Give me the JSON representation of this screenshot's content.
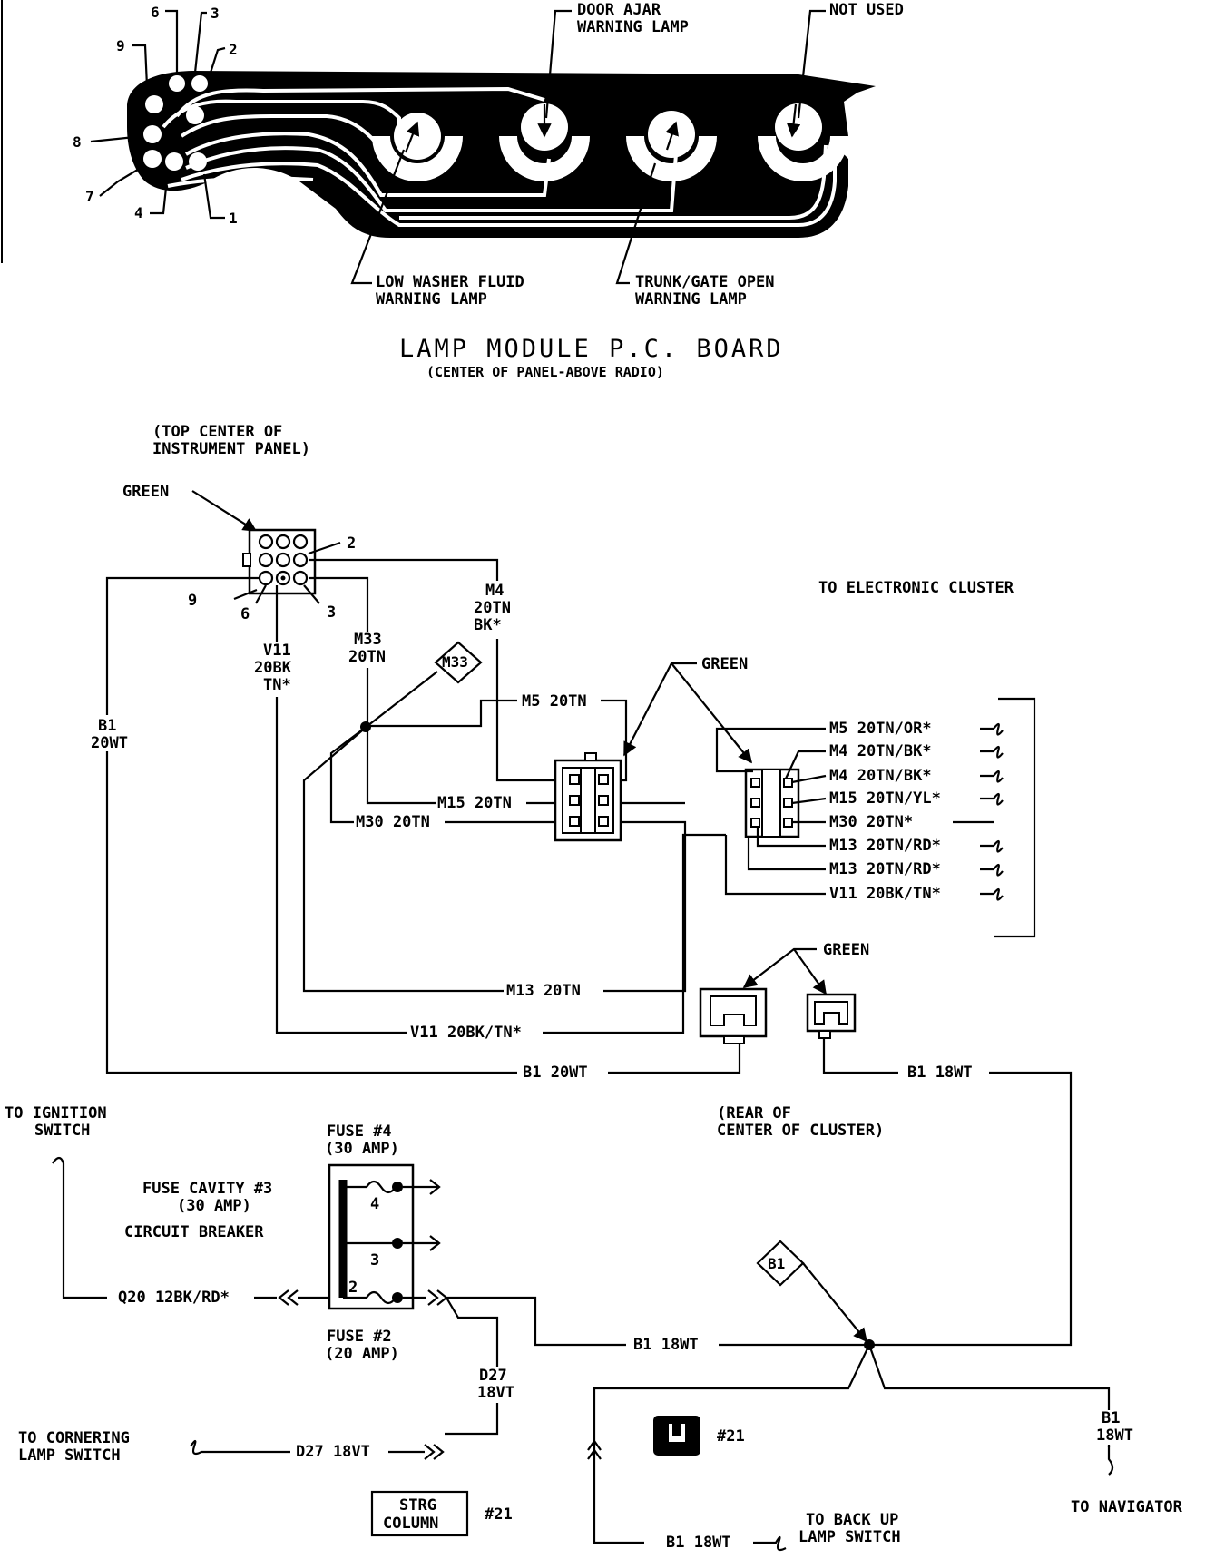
{
  "pcb": {
    "pin_numbers": [
      "9",
      "6",
      "3",
      "2",
      "8",
      "7",
      "4",
      "1"
    ],
    "callouts": {
      "door_ajar": [
        "DOOR AJAR",
        "WARNING LAMP"
      ],
      "not_used": "NOT USED",
      "low_washer": [
        "LOW WASHER FLUID",
        "WARNING LAMP"
      ],
      "trunk_gate": [
        "TRUNK/GATE OPEN",
        "WARNING LAMP"
      ]
    },
    "title": "LAMP MODULE P.C. BOARD",
    "subtitle": "(CENTER OF PANEL-ABOVE RADIO)"
  },
  "connector_top": {
    "location": [
      "(TOP CENTER OF",
      "INSTRUMENT PANEL)"
    ],
    "color": "GREEN",
    "pins": [
      "2",
      "9",
      "6",
      "3"
    ]
  },
  "wires": {
    "b1_20wt_v": [
      "B1",
      "20WT"
    ],
    "v11_v": [
      "V11",
      "20BK",
      "TN*"
    ],
    "m33_v": [
      "M33",
      "20TN"
    ],
    "m33_tag": "M33",
    "m4_v": [
      "M4",
      "20TN",
      "BK*"
    ],
    "m5_h": "M5 20TN",
    "m15_h": "M15 20TN",
    "m30_h": "M30 20TN",
    "m13_h": "M13 20TN",
    "v11_h": "V11 20BK/TN*",
    "b1_20wt_h": "B1 20WT",
    "b1_18wt_h": "B1 18WT",
    "b1_18wt_mid": "B1 18WT",
    "q20": "Q20 12BK/RD*",
    "d27_v": [
      "D27",
      "18VT"
    ],
    "d27_h": "D27 18VT",
    "b1_18wt_bottom": "B1 18WT",
    "b1_right_v": [
      "B1",
      "18WT"
    ],
    "b1_tag": "B1"
  },
  "cluster": {
    "title": "TO ELECTRONIC CLUSTER",
    "green_1": "GREEN",
    "green_2": "GREEN",
    "pins": [
      "M5 20TN/OR*",
      "M4 20TN/BK*",
      "M4 20TN/BK*",
      "M15 20TN/YL*",
      "M30 20TN*",
      "M13 20TN/RD*",
      "M13 20TN/RD*",
      "V11 20BK/TN*"
    ],
    "rear": [
      "(REAR OF",
      "CENTER OF CLUSTER)"
    ]
  },
  "fuse_block": {
    "to_ignition": [
      "TO IGNITION",
      "SWITCH"
    ],
    "fuse4": [
      "FUSE #4",
      "(30 AMP)"
    ],
    "cavity3": [
      "FUSE CAVITY #3",
      "(30 AMP)",
      "CIRCUIT BREAKER"
    ],
    "fuse2": [
      "FUSE #2",
      "(20 AMP)"
    ],
    "cavity_numbers": [
      "4",
      "3",
      "2"
    ]
  },
  "bottom": {
    "to_cornering": [
      "TO CORNERING",
      "LAMP SWITCH"
    ],
    "strg_column": [
      "STRG",
      "COLUMN"
    ],
    "ref_21a": "#21",
    "ref_21b": "#21",
    "to_backup": [
      "TO BACK UP",
      "LAMP SWITCH"
    ],
    "to_navigator": "TO NAVIGATOR"
  }
}
